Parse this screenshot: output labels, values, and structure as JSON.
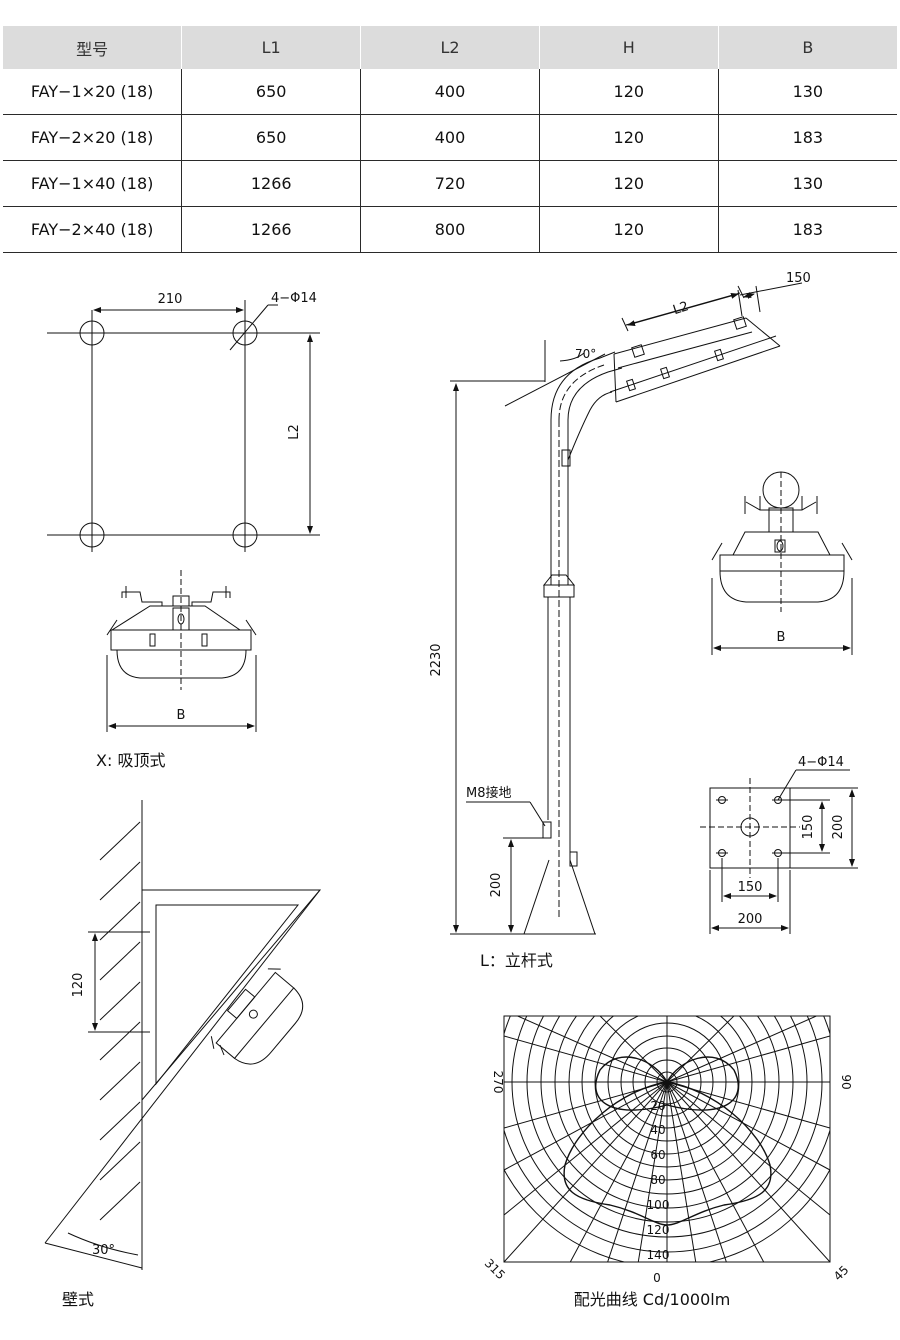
{
  "table": {
    "headers": [
      "型号",
      "L1",
      "L2",
      "H",
      "B"
    ],
    "rows": [
      [
        "FAY−1×20 (18)",
        "650",
        "400",
        "120",
        "130"
      ],
      [
        "FAY−2×20 (18)",
        "650",
        "400",
        "120",
        "183"
      ],
      [
        "FAY−1×40 (18)",
        "1266",
        "720",
        "120",
        "130"
      ],
      [
        "FAY−2×40 (18)",
        "1266",
        "800",
        "120",
        "183"
      ]
    ]
  },
  "ceiling": {
    "dim_width": "210",
    "dim_holes": "4−Φ14",
    "dim_height": "L2",
    "dim_b": "B",
    "caption": "X: 吸顶式"
  },
  "wall": {
    "dim_120": "120",
    "angle": "30°",
    "caption": "壁式"
  },
  "pole": {
    "dim_150": "150",
    "dim_l2": "L2",
    "angle": "70°",
    "dim_2230": "2230",
    "ground": "M8接地",
    "dim_200": "200",
    "dim_b": "B",
    "caption": "L：立杆式"
  },
  "base": {
    "holes": "4−Φ14",
    "dim_150_v": "150",
    "dim_200_v": "200",
    "dim_150_h": "150",
    "dim_200_h": "200"
  },
  "polar": {
    "label_270": "270",
    "label_90": "90",
    "label_315": "315",
    "label_0": "0",
    "label_45": "45",
    "rings": [
      "20",
      "40",
      "60",
      "80",
      "100",
      "120",
      "140"
    ],
    "caption": "配光曲线 Cd/1000lm"
  }
}
